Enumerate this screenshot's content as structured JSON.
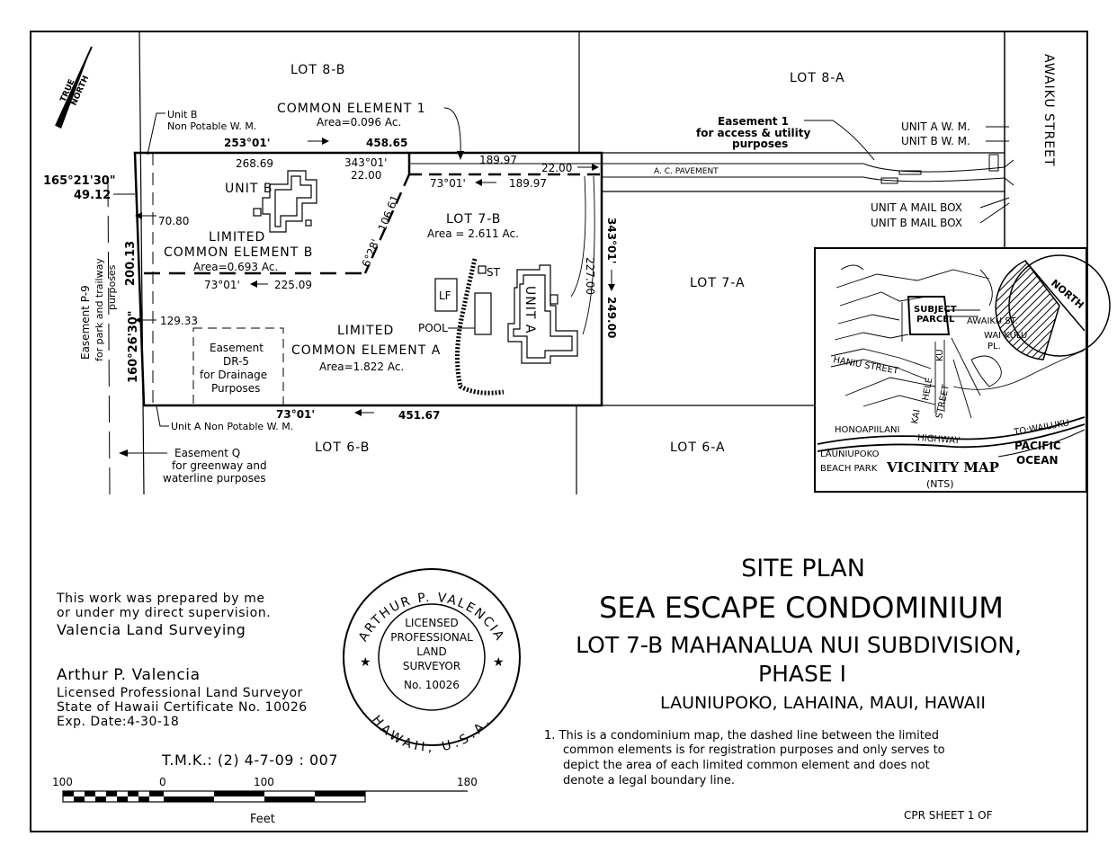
{
  "lots": {
    "lot_8b": "LOT 8-B",
    "lot_8a": "LOT 8-A",
    "lot_7b": "LOT 7-B",
    "lot_7b_area": "Area = 2.611 Ac.",
    "lot_7a": "LOT 7-A",
    "lot_6b": "LOT 6-B",
    "lot_6a": "LOT 6-A"
  },
  "street": "AWAIKU STREET",
  "north": [
    "TRUE",
    "NORTH"
  ],
  "labels": {
    "unit_b_wm_1": "Unit B",
    "unit_b_wm_2": "Non Potable W. M.",
    "common_element_1": "COMMON ELEMENT 1",
    "common_element_1_area": "Area=0.096 Ac.",
    "easement_1_1": "Easement 1",
    "easement_1_2": "for access & utility",
    "easement_1_3": "purposes",
    "unit_a_wm": "UNIT A W. M.",
    "unit_b_wm": "UNIT B W. M.",
    "ac_pavement": "A. C. PAVEMENT",
    "unit_a_mailbox": "UNIT A MAIL BOX",
    "unit_b_mailbox": "UNIT B MAIL BOX",
    "unit_b": "UNIT B",
    "lce_b_1": "LIMITED",
    "lce_b_2": "COMMON ELEMENT B",
    "lce_b_area": "Area=0.693 Ac.",
    "lce_a_1": "LIMITED",
    "lce_a_2": "COMMON ELEMENT A",
    "lce_a_area": "Area=1.822 Ac.",
    "unit_a": "UNIT A",
    "lf": "LF",
    "pool": "POOL",
    "st": "ST",
    "easement_dr5_1": "Easement",
    "easement_dr5_2": "DR-5",
    "easement_dr5_3": "for Drainage",
    "easement_dr5_4": "Purposes",
    "unit_a_npwm": "Unit A Non Potable W. M.",
    "easement_q_1": "Easement Q",
    "easement_q_2": "for greenway and",
    "easement_q_3": "waterline purposes",
    "easement_p9_1": "Easement P-9",
    "easement_p9_2": "for park and trailway",
    "easement_p9_3": "purposes"
  },
  "dimensions": {
    "d_253": "253°01'",
    "d_458": "458.65",
    "d_268": "268.69",
    "d_343a": "343°01'",
    "d_22a": "22.00",
    "d_189a": "189.97",
    "d_22b": "22.00",
    "d_73a": "73°01'",
    "d_189b": "189.97",
    "d_165": "165°21'30\"",
    "d_49": "49.12",
    "d_70": "70.80",
    "d_106": "106.61",
    "d_628": "6°28'",
    "d_343b": "343°01'",
    "d_227": "227.00",
    "d_249": "249.00",
    "d_73b": "73°01'",
    "d_225": "225.09",
    "d_200": "200.13",
    "d_129": "129.33",
    "d_160": "160°26'30\"",
    "d_73c": "73°01'",
    "d_451": "451.67"
  },
  "vicinity": {
    "subject_1": "SUBJECT",
    "subject_2": "PARCEL",
    "awaiku_st": "AWAIKU ST.",
    "wai_kulu_1": "WAI KULU",
    "wai_kulu_2": "PL.",
    "haniu": "HANIU STREET",
    "ku": "KU",
    "hele": "HELE",
    "kai": "KAI",
    "street": "STREET",
    "honoapiilani": "HONOAPIILANI",
    "highway": "HIGHWAY",
    "to_wailuku": "TO:WAILUKU",
    "launiupoko": "LAUNIUPOKO",
    "beach_park": "BEACH PARK",
    "pacific_1": "PACIFIC",
    "pacific_2": "OCEAN",
    "title": "VICINITY MAP",
    "nts": "(NTS)",
    "north": "NORTH"
  },
  "title_block": {
    "site_plan": "SITE PLAN",
    "condo": "SEA ESCAPE CONDOMINIUM",
    "lot_line1": "LOT 7-B MAHANALUA NUI SUBDIVISION,",
    "lot_line2": "PHASE I",
    "location": "LAUNIUPOKO, LAHAINA, MAUI, HAWAII",
    "note_1": "1. This is a condominium map, the dashed line between the limited",
    "note_2": "common elements is for registration purposes and only serves to",
    "note_3": "depict the area of each limited common element and does not",
    "note_4": "denote a legal boundary line.",
    "cpr": "CPR SHEET 1 OF"
  },
  "surveyor": {
    "line1": "This work was prepared by me",
    "line2": "or under my direct supervision.",
    "line3": "Valencia Land Surveying",
    "name": "Arthur P. Valencia",
    "title": "Licensed Professional Land Surveyor",
    "cert": "State of Hawaii Certificate No. 10026",
    "exp": "Exp. Date:4-30-18"
  },
  "seal": {
    "top": "ARTHUR P. VALENCIA",
    "bottom": "HAWAII, U.S.A.",
    "l1": "LICENSED",
    "l2": "PROFESSIONAL",
    "l3": "LAND",
    "l4": "SURVEYOR",
    "l5": "No. 10026"
  },
  "tmk": "T.M.K.: (2) 4-7-09 : 007",
  "scale": {
    "ticks": [
      "100",
      "0",
      "100",
      "180"
    ],
    "unit": "Feet"
  }
}
